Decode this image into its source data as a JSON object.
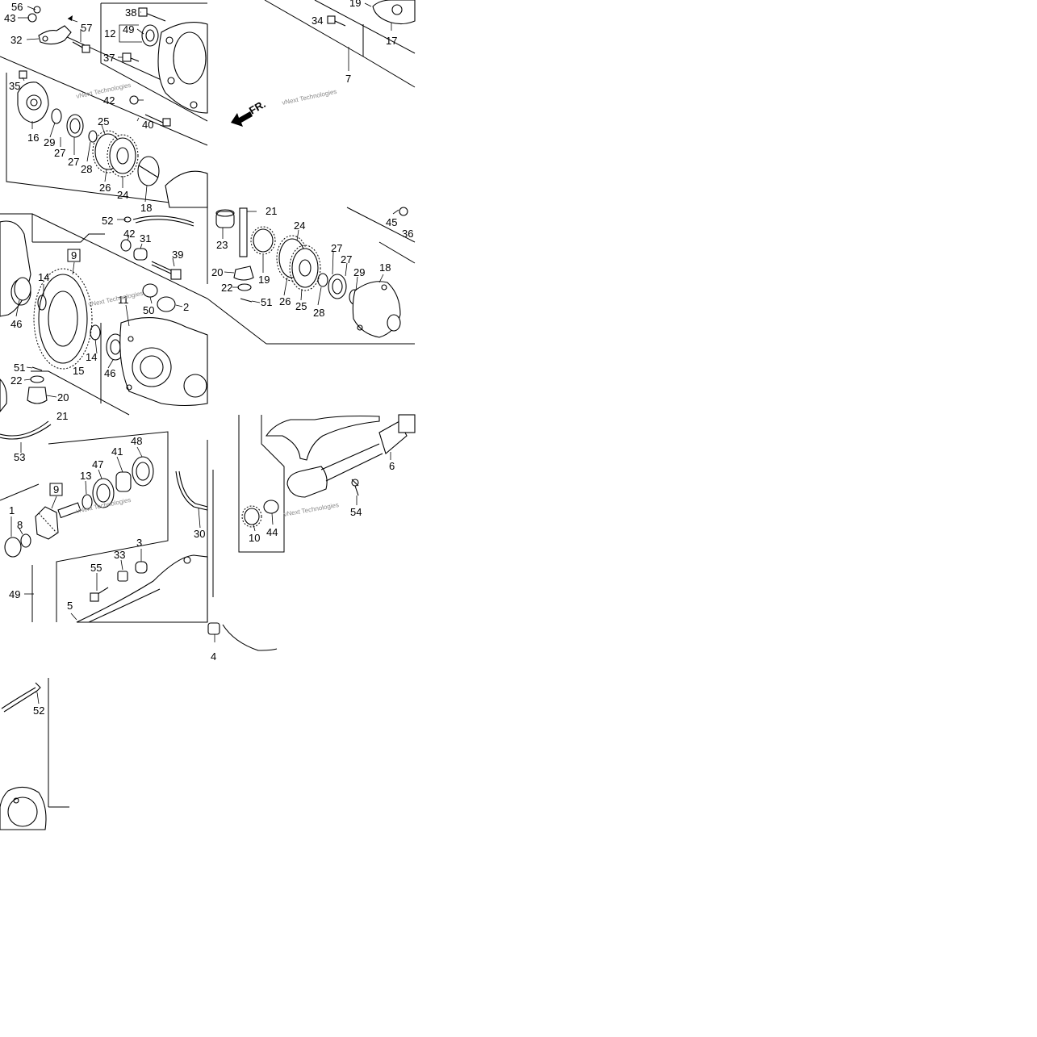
{
  "tiles": {
    "tile_1": {
      "labels": [
        "56",
        "43",
        "32",
        "57",
        "38",
        "12",
        "49",
        "37",
        "35",
        "42",
        "40",
        "16",
        "29",
        "27",
        "27",
        "28",
        "25",
        "26",
        "24",
        "18"
      ],
      "watermark": "vNext Technologies"
    },
    "tile_2": {
      "labels": [
        "19",
        "34",
        "17",
        "7"
      ],
      "direction": "FR.",
      "watermark": "vNext Technologies"
    },
    "tile_3": {
      "labels": [
        "52",
        "42",
        "31",
        "9",
        "39",
        "14",
        "11",
        "50",
        "2",
        "46",
        "14",
        "46",
        "51",
        "22",
        "15",
        "20",
        "21"
      ],
      "watermark": "vNext Technologies"
    },
    "tile_4": {
      "labels": [
        "21",
        "23",
        "24",
        "45",
        "36",
        "27",
        "27",
        "29",
        "18",
        "20",
        "19",
        "22",
        "51",
        "26",
        "25",
        "28"
      ]
    },
    "tile_5": {
      "labels": [
        "53",
        "48",
        "41",
        "47",
        "13",
        "9",
        "1",
        "8",
        "30",
        "33",
        "3",
        "55",
        "49",
        "5"
      ],
      "watermark": "vNext Technologies"
    },
    "tile_6": {
      "labels": [
        "6",
        "54",
        "10",
        "44"
      ],
      "watermark": "vNext Technologies"
    },
    "tile_7": {
      "labels": [
        "4"
      ]
    },
    "tile_8": {
      "labels": [
        "52"
      ]
    }
  },
  "colors": {
    "ink": "#000000",
    "paper": "#ffffff",
    "watermark": "#8a8a8a"
  }
}
